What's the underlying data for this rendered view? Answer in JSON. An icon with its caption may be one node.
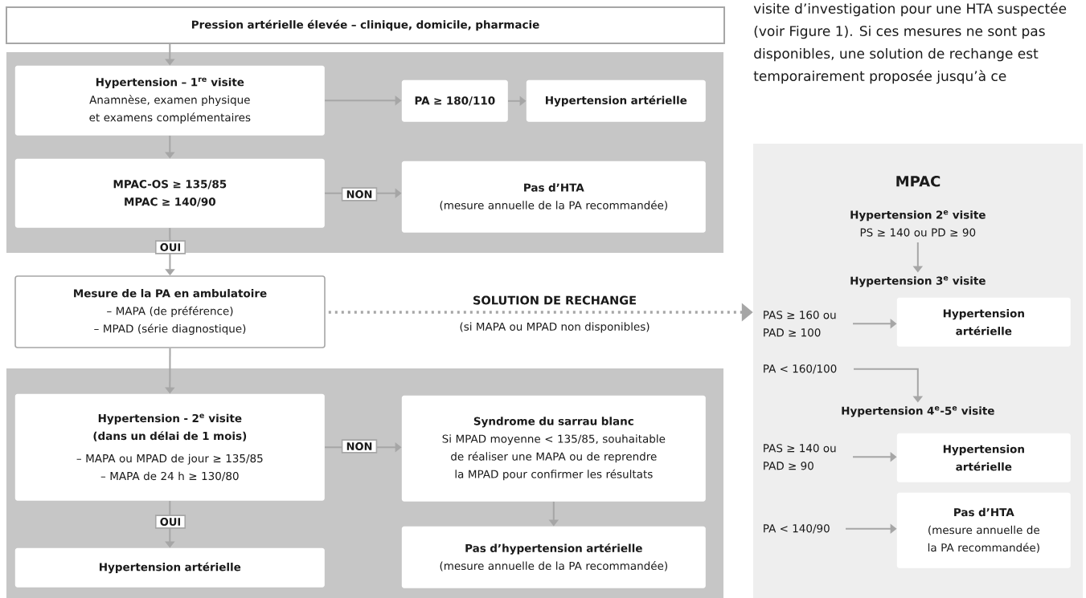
{
  "diagram": {
    "nodes": [
      {
        "text": [
          "Pression artérielle élevée – clinique, domicile, pharmacie"
        ]
      },
      {
        "text": [],
        "shape": "band"
      },
      {
        "text": [
          "Hypertension – 1$^{re}$ visite",
          "Anamnèse, examen physique et examens complémentaires"
        ],
        "in": 1
      },
      {
        "text": [
          "PA ≥ 180/110"
        ],
        "in": 1
      },
      {
        "text": [
          "Hypertension artérielle"
        ],
        "in": 1
      },
      {
        "text": [
          "MPAC-OS ≥ 135/85",
          "MPAC ≥ 140/90"
        ],
        "in": 1
      },
      {
        "text": [
          "Pas d’HTA",
          "(mesure annuelle de la PA recommandée)"
        ],
        "in": 1
      },
      {
        "text": [
          "Mesure de la PA en ambulatoire",
          "– MAPA (de préférence)",
          "– MPAD (série diagnostique)"
        ]
      },
      {
        "text": [],
        "shape": "band"
      },
      {
        "text": [
          "Hypertension - 2$^{e}$ visite",
          "(dans un délai de 1 mois)",
          "– MAPA ou MPAD de jour ≥ 135/85",
          "– MAPA de 24 h ≥ 130/80"
        ],
        "in": 8
      },
      {
        "text": [
          "Syndrome du sarrau blanc",
          "Si MPAD moyenne < 135/85, souhaitable de réaliser une MAPA ou de reprendre la MPAD pour confirmer les résultats"
        ],
        "in": 8
      },
      {
        "text": [
          "Hypertension artérielle"
        ],
        "in": 8
      },
      {
        "text": [
          "Pas d’hypertension artérielle",
          "(mesure annuelle de la PA recommandée)"
        ],
        "in": 8
      },
      {
        "text": [
          "MPAC"
        ]
      },
      {
        "text": [
          "Hypertension 2$^{e}$ visite",
          "PS ≥ 140 ou PD ≥ 90"
        ],
        "in": 13
      },
      {
        "text": [
          "Hypertension 3$^{e}$ visite"
        ],
        "in": 13
      },
      {
        "text": [
          "PAS ≥ 160 ou PAD ≥ 100"
        ],
        "in": 13
      },
      {
        "text": [
          "Hypertension artérielle"
        ],
        "in": 13
      },
      {
        "text": [
          "PA < 160/100"
        ],
        "in": 13
      },
      {
        "text": [
          "Hypertension 4$^{e}$-5$^{e}$ visite"
        ],
        "in": 13
      },
      {
        "text": [
          "PAS ≥ 140 ou PAD ≥ 90"
        ],
        "in": 13
      },
      {
        "text": [
          "Hypertension artérielle"
        ],
        "in": 13
      },
      {
        "text": [
          "PA < 140/90"
        ],
        "in": 13
      },
      {
        "text": [
          "Pas d’HTA",
          "(mesure annuelle de la PA recommandée)"
        ],
        "in": 13
      }
    ],
    "edges": [
      {
        "from": 0,
        "to": 2,
        "arrow": "to"
      },
      {
        "from": 2,
        "to": 3,
        "arrow": "to"
      },
      {
        "from": 3,
        "to": 4,
        "arrow": "to"
      },
      {
        "from": 2,
        "to": 5,
        "arrow": "to"
      },
      {
        "from": 5,
        "to": 6,
        "arrow": "to",
        "label": "NON"
      },
      {
        "from": 5,
        "to": 7,
        "arrow": "to",
        "label": "OUI"
      },
      {
        "from": 7,
        "to": 13,
        "arrow": "to",
        "style": "dashed",
        "label": "SOLUTION DE RECHANGE"
      },
      {
        "from": 7,
        "to": 9,
        "arrow": "to"
      },
      {
        "from": 9,
        "to": 10,
        "arrow": "to",
        "label": "NON"
      },
      {
        "from": 9,
        "to": 11,
        "arrow": "to",
        "label": "OUI"
      },
      {
        "from": 10,
        "to": 12,
        "arrow": "to"
      },
      {
        "from": 14,
        "to": 15,
        "arrow": "to"
      },
      {
        "from": 16,
        "to": 17,
        "arrow": "to"
      },
      {
        "from": 18,
        "to": 19,
        "arrow": "to"
      },
      {
        "from": 20,
        "to": 21,
        "arrow": "to"
      },
      {
        "from": 22,
        "to": 23,
        "arrow": "to"
      }
    ],
    "labels": [
      "visite d’investigation pour une HTA suspectée (voir Figure 1). Si ces mesures ne sont pas disponibles, une solution de rechange est temporairement proposée jusqu’à ce",
      "(si MAPA ou MPAD non disponibles)"
    ]
  }
}
